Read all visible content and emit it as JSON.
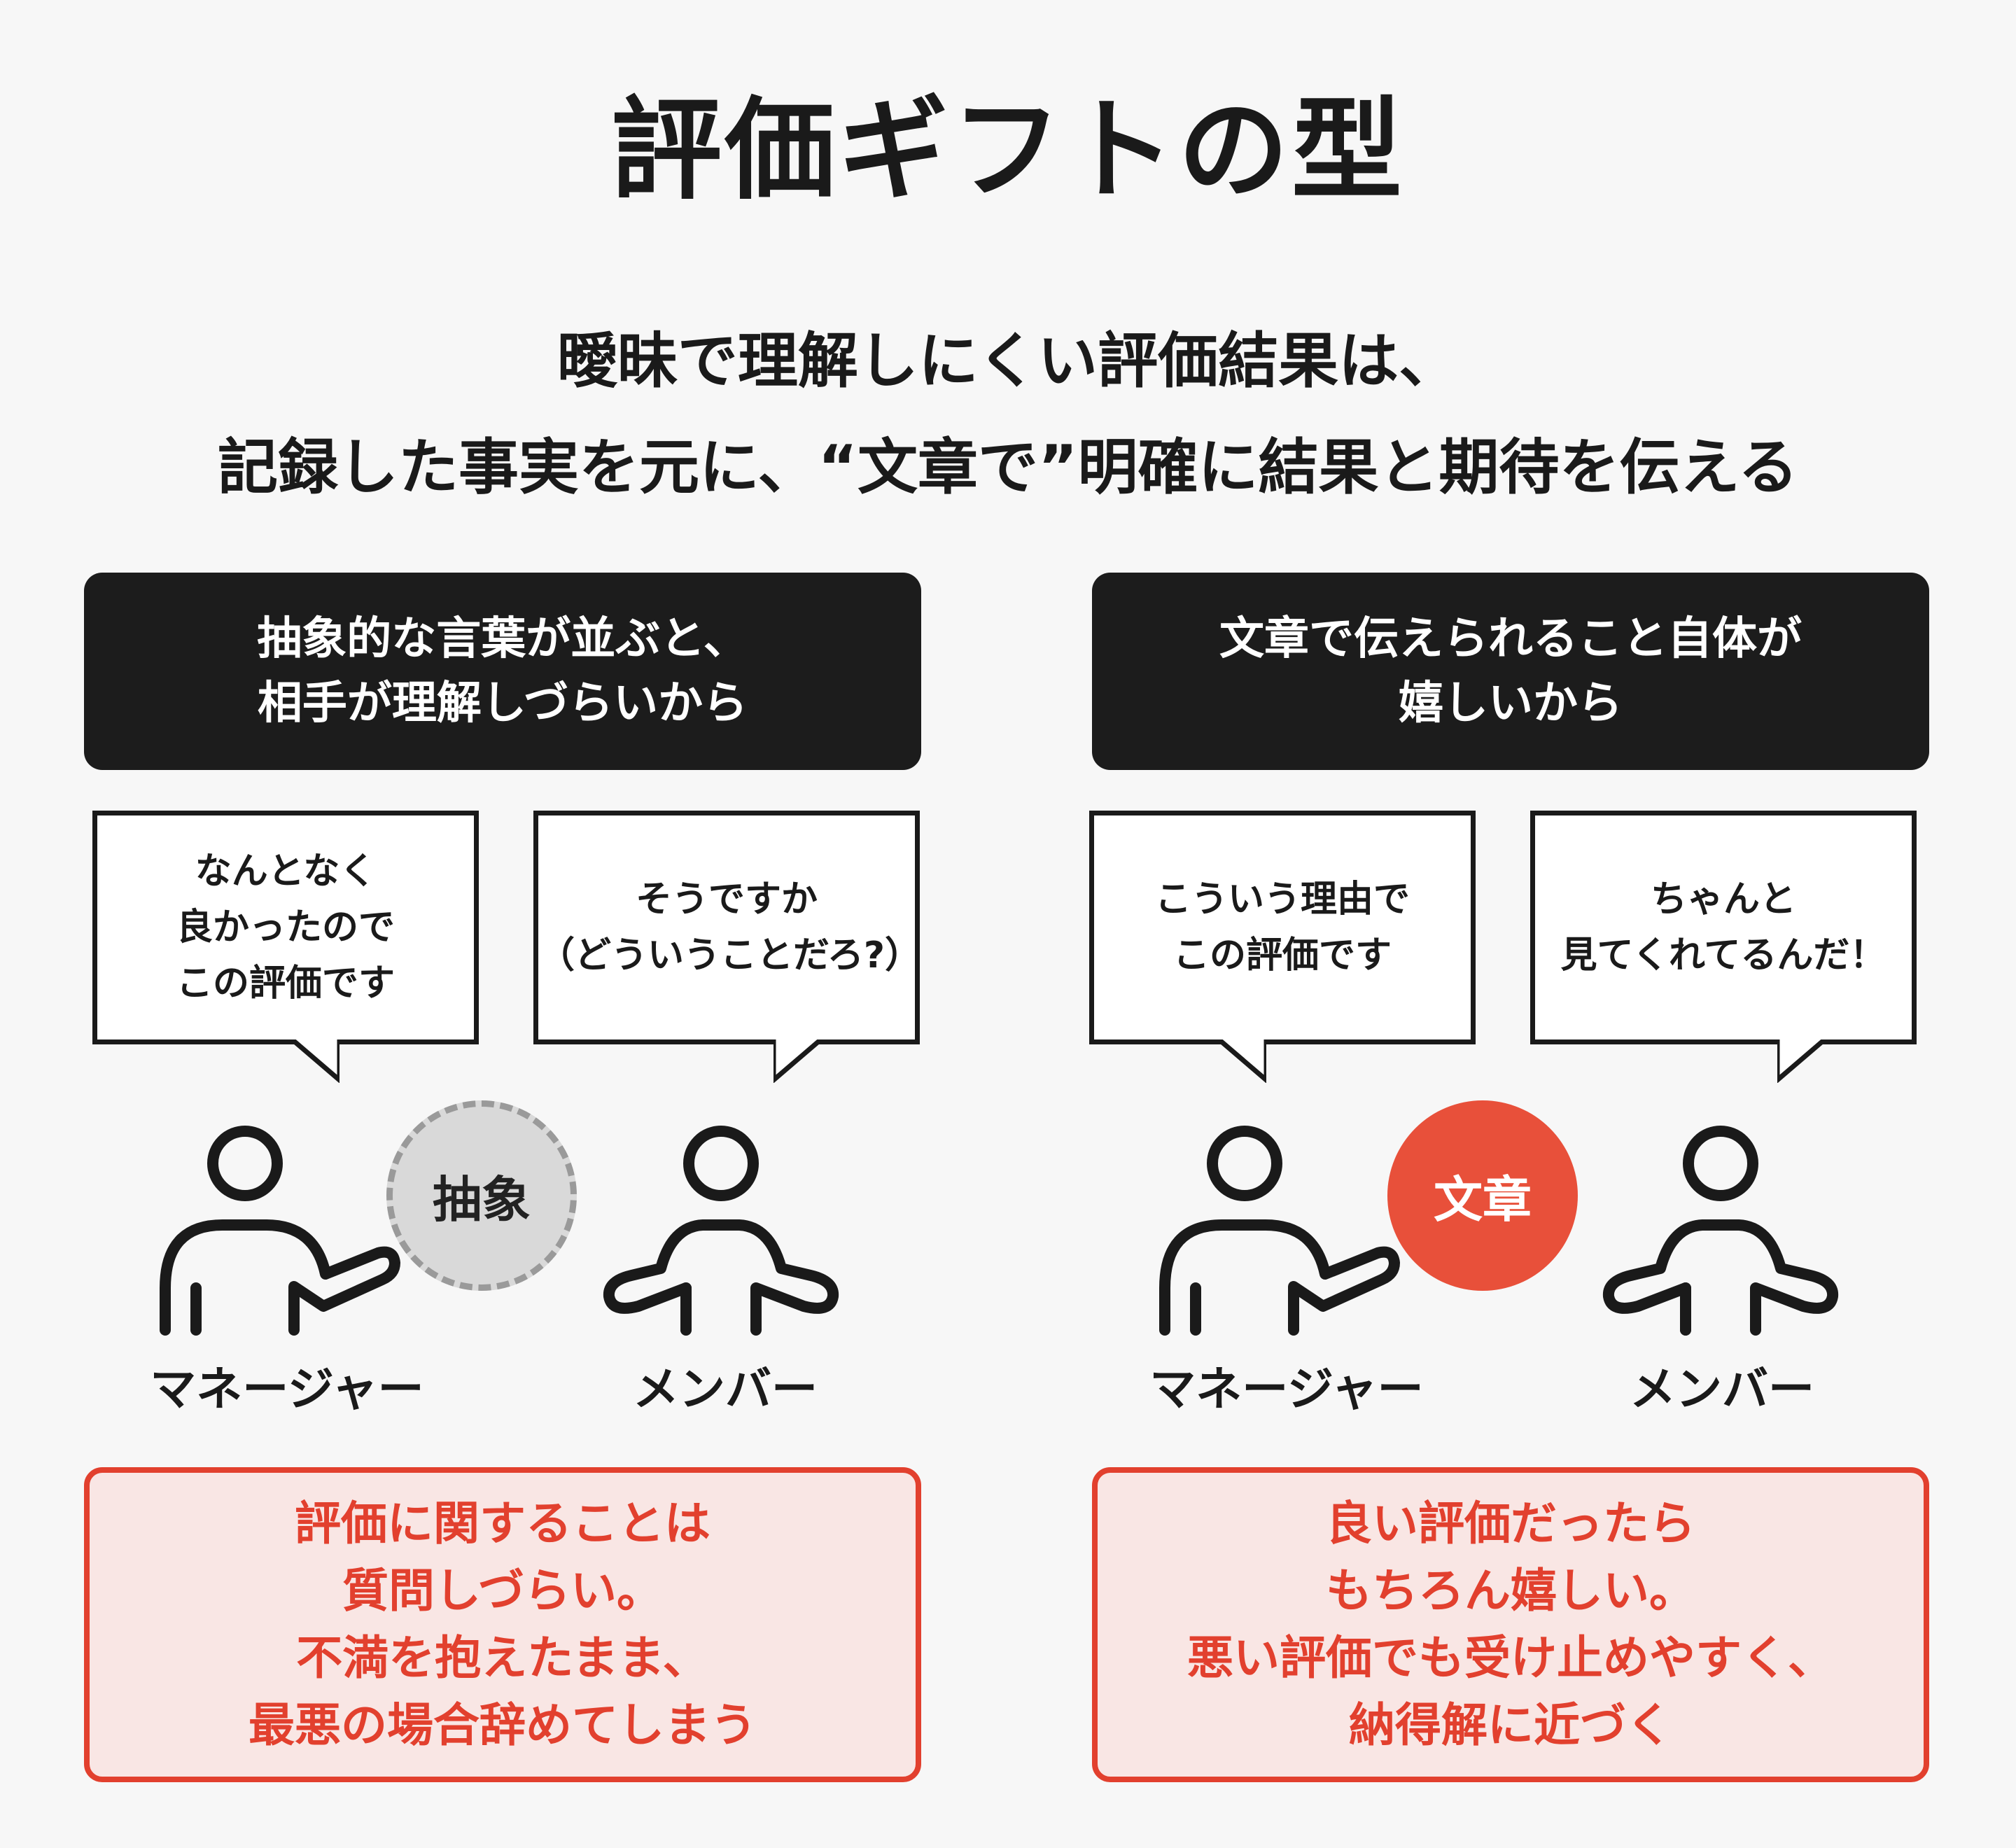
{
  "title": "評価ギフトの型",
  "subtitle": {
    "line1": "曖昧で理解しにくい評価結果は、",
    "line2": "記録した事実を元に、“文章で”明確に結果と期待を伝える"
  },
  "left": {
    "header": {
      "line1": "抽象的な言葉が並ぶと、",
      "line2": "相手が理解しづらいから"
    },
    "manager_bubble": {
      "line1": "なんとなく",
      "line2": "良かったので",
      "line3": "この評価です"
    },
    "member_bubble": {
      "line1": "そうですか",
      "line2": "（どういうことだろ?）"
    },
    "badge": "抽象",
    "manager_label": "マネージャー",
    "member_label": "メンバー",
    "result": {
      "line1": "評価に関することは",
      "line2": "質問しづらい。",
      "line3": "不満を抱えたまま、",
      "line4": "最悪の場合辞めてしまう"
    }
  },
  "right": {
    "header": {
      "line1": "文章で伝えられること自体が",
      "line2": "嬉しいから"
    },
    "manager_bubble": {
      "line1": "こういう理由で",
      "line2": "この評価です"
    },
    "member_bubble": {
      "line1": "ちゃんと",
      "line2": "見てくれてるんだ！"
    },
    "badge": "文章",
    "manager_label": "マネージャー",
    "member_label": "メンバー",
    "result": {
      "line1": "良い評価だったら",
      "line2": "もちろん嬉しい。",
      "line3": "悪い評価でも受け止めやすく、",
      "line4": "納得解に近づく"
    }
  },
  "icons": {
    "manager": "person-pointing-icon",
    "member": "person-shrugging-icon"
  },
  "colors": {
    "dark": "#1c1c1c",
    "accent_red": "#e2402e",
    "badge_red": "#e8503a",
    "badge_gray": "#d9d9d9",
    "result_bg": "#f9e6e4"
  }
}
